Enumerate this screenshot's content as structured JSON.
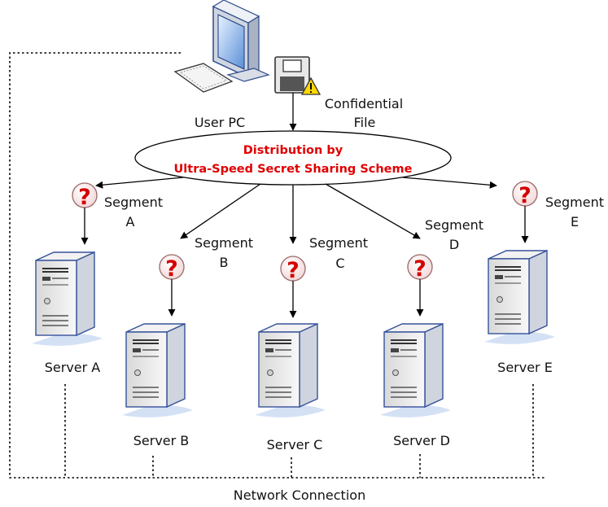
{
  "user_pc_label": "User PC",
  "file_label": [
    "Confidential",
    "File"
  ],
  "ellipse_text": [
    "Distribution by",
    "Ultra-Speed Secret Sharing Scheme"
  ],
  "network_label": "Network Connection",
  "segments": [
    {
      "word": "Segment",
      "letter": "A"
    },
    {
      "word": "Segment",
      "letter": "B"
    },
    {
      "word": "Segment",
      "letter": "C"
    },
    {
      "word": "Segment",
      "letter": "D"
    },
    {
      "word": "Segment",
      "letter": "E"
    }
  ],
  "servers": [
    "Server A",
    "Server B",
    "Server C",
    "Server D",
    "Server E"
  ],
  "question_mark": "?",
  "colors": {
    "accent_red": "#e00000",
    "question_red": "#d40000",
    "line": "#000000"
  }
}
